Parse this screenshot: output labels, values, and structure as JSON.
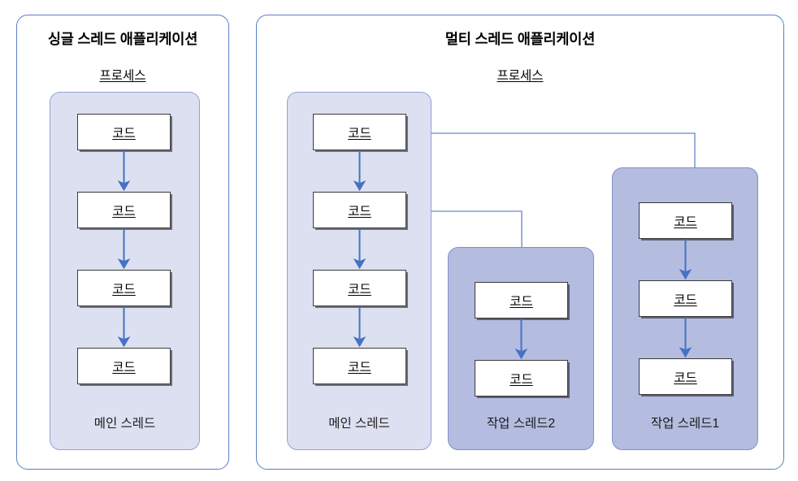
{
  "diagram": {
    "title_single": "싱글 스레드 애플리케이션",
    "title_multi": "멀티 스레드 애플리케이션",
    "process_label": "프로세스",
    "code_label": "코드",
    "colors": {
      "container_border": "#5b7fc7",
      "panel_light_fill": "#dde0f0",
      "panel_dark_fill": "#b4bce0",
      "panel_border": "#8ea3d4",
      "arrow": "#4472c4",
      "box_border": "#3b3b3b",
      "box_fill": "#ffffff",
      "background": "#ffffff"
    }
  },
  "single_app": {
    "title": "싱글 스레드 애플리케이션",
    "process_label": "프로세스",
    "threads": [
      {
        "name": "main-thread",
        "label": "메인 스레드",
        "shade": "light",
        "blocks": [
          "코드",
          "코드",
          "코드",
          "코드"
        ]
      }
    ]
  },
  "multi_app": {
    "title": "멀티 스레드 애플리케이션",
    "process_label": "프로세스",
    "threads": [
      {
        "name": "main-thread",
        "label": "메인 스레드",
        "shade": "light",
        "blocks": [
          "코드",
          "코드",
          "코드",
          "코드"
        ]
      },
      {
        "name": "worker-thread-2",
        "label": "작업 스레드2",
        "shade": "dark",
        "blocks": [
          "코드",
          "코드"
        ]
      },
      {
        "name": "worker-thread-1",
        "label": "작업 스레드1",
        "shade": "dark",
        "blocks": [
          "코드",
          "코드",
          "코드"
        ]
      }
    ],
    "spawn_connections": [
      {
        "from_block": 0,
        "to_thread": "worker-thread-1"
      },
      {
        "from_block": 1,
        "to_thread": "worker-thread-2"
      }
    ]
  }
}
